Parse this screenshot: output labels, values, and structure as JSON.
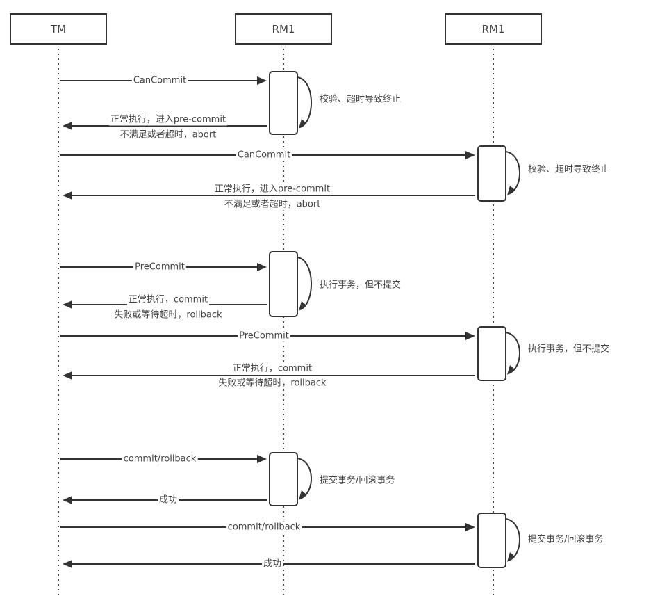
{
  "participants": [
    {
      "id": "tm",
      "label": "TM"
    },
    {
      "id": "rm_a",
      "label": "RM1"
    },
    {
      "id": "rm_b",
      "label": "RM1"
    }
  ],
  "phases": [
    {
      "name": "can-commit",
      "steps": [
        {
          "target": "rm_a",
          "request": "CanCommit",
          "response": [
            "正常执行，进入pre-commit",
            "不满足或者超时，abort"
          ],
          "self_note": "校验、超时导致终止"
        },
        {
          "target": "rm_b",
          "request": "CanCommit",
          "response": [
            "正常执行，进入pre-commit",
            "不满足或者超时，abort"
          ],
          "self_note": "校验、超时导致终止"
        }
      ]
    },
    {
      "name": "pre-commit",
      "steps": [
        {
          "target": "rm_a",
          "request": "PreCommit",
          "response": [
            "正常执行，commit",
            "失败或等待超时，rollback"
          ],
          "self_note": "执行事务，但不提交"
        },
        {
          "target": "rm_b",
          "request": "PreCommit",
          "response": [
            "正常执行，commit",
            "失败或等待超时，rollback"
          ],
          "self_note": "执行事务，但不提交"
        }
      ]
    },
    {
      "name": "do-commit",
      "steps": [
        {
          "target": "rm_a",
          "request": "commit/rollback",
          "response": [
            "成功"
          ],
          "self_note": "提交事务/回滚事务"
        },
        {
          "target": "rm_b",
          "request": "commit/rollback",
          "response": [
            "成功"
          ],
          "self_note": "提交事务/回滚事务"
        }
      ]
    }
  ]
}
